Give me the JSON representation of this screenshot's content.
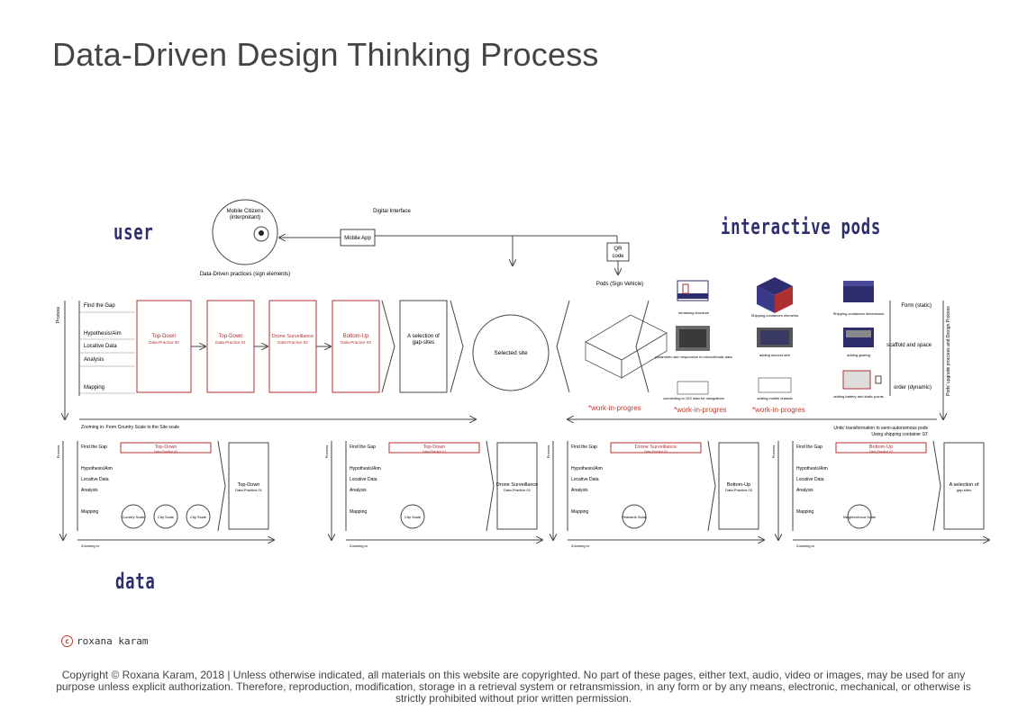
{
  "page": {
    "title": "Data-Driven Design Thinking Process",
    "label_user": "user",
    "label_pods": "interactive pods",
    "label_data": "data",
    "logo": "roxana karam",
    "copyright": "Copyright © Roxana Karam, 2018 | Unless otherwise indicated, all materials on this website are copyrighted. No part of these pages, either text, audio, video or images, may be used for any purpose unless explicit authorization. Therefore, reproduction, modification, storage in a retrieval system or retransmission, in any form or by any means, electronic, mechanical, or otherwise is strictly prohibited without prior written permission."
  },
  "top": {
    "mobile_citizens": "Mobile Citizens",
    "interpretant": "(interpretant)",
    "digital_interface": "Digital Interface",
    "mobile_app": "Mobile App",
    "qr1": "QR",
    "qr2": "code",
    "sign_elements": "Data-Driven practices (sign elements)",
    "pods_vehicle": "Pods (Sign Vehicle)"
  },
  "main": {
    "process": "Process",
    "rows": [
      "Find the Gap",
      "Hypothesis/Aim",
      "Locative Data",
      "Analysis",
      "Mapping"
    ],
    "boxes": [
      {
        "title": "Top-Down",
        "sub": "Data-Practice 00"
      },
      {
        "title": "Top-Down",
        "sub": "Data-Practice 01"
      },
      {
        "title": "Drone Surveillance",
        "sub": "Data-Practice 02"
      },
      {
        "title": "Bottom-Up",
        "sub": "Data-Practice 03"
      }
    ],
    "selection1": "A selection of",
    "selection2": "gap-sites",
    "selected_site": "Selected site",
    "zooming": "Zooming in: From Country Scale to the Site scale",
    "wip": "*work-in-progres",
    "pod_captions": [
      "remaining structure",
      "parametric skin responsive to microclimatic data",
      "connecting to GIS data for navigations",
      "Shipping containers elements",
      "adding second skin",
      "adding mobile chassis",
      "Shipping containers dimensions",
      "adding glazing",
      "adding battery and static points"
    ],
    "right_rows": [
      "Form (static)",
      "scaffold and space",
      "order (dynamic)"
    ],
    "right_vertical": "Pods' upgrade proccess and Design Process",
    "units1": "Units' transformation to semi-autonomous pods",
    "units2": "Using shipping container 10'"
  },
  "mini": [
    {
      "title": "Top-Down",
      "sub": "Data-Practice 00",
      "result1": "Top-Down",
      "result2": "Data-Practice 01",
      "nodes": [
        "Country Scale",
        "City Scale",
        "City Scale"
      ]
    },
    {
      "title": "Top-Down",
      "sub": "Data-Practice 01",
      "result1": "Drone Surveillance",
      "result2": "Data-Practice 02",
      "nodes": [
        "City Scale"
      ]
    },
    {
      "title": "Drone Surveillance",
      "sub": "Data-Practice 02",
      "result1": "Bottom-Up",
      "result2": "Data-Practice 03",
      "nodes": [
        "Pedestris Scale"
      ]
    },
    {
      "title": "Bottom-Up",
      "sub": "Data-Practice 03",
      "result1": "A selection of",
      "result2": "gap-sites",
      "nodes": [
        "Neighborhood Scale"
      ]
    }
  ],
  "mini_common": {
    "process": "Process",
    "rows": [
      "Find the Gap",
      "Hypothesis/Aim",
      "Locative Data",
      "Analysis",
      "Mapping"
    ],
    "zooming": "Zooming in"
  },
  "colors": {
    "red": "#b03030",
    "navy": "#2e2e6e",
    "line": "#444444"
  }
}
